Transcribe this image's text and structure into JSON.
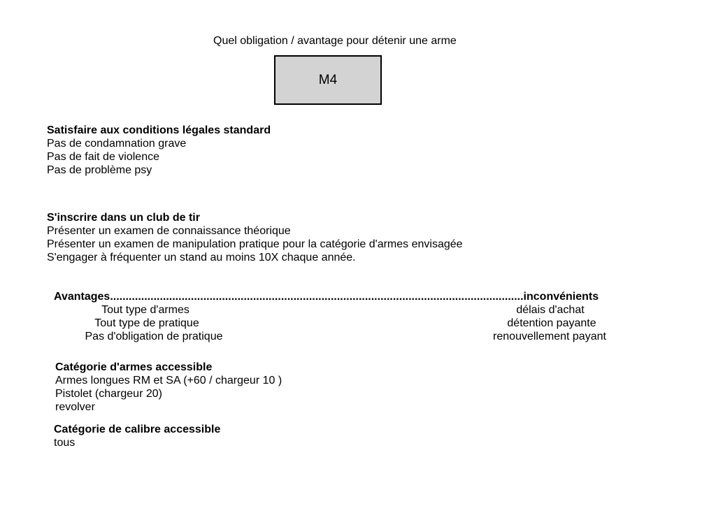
{
  "title": "Quel obligation / avantage pour détenir une arme",
  "box_label": "M4",
  "section1": {
    "heading": "Satisfaire aux conditions légales standard",
    "lines": [
      "Pas de condamnation grave",
      "Pas de fait de violence",
      "Pas de problème psy"
    ]
  },
  "section2": {
    "heading": "S'inscrire dans un club de tir",
    "lines": [
      "Présenter un examen de connaissance théorique",
      "Présenter un examen de manipulation pratique pour la catégorie d'armes envisagée",
      "S'engager à fréquenter un stand au moins 10X chaque année."
    ]
  },
  "comparison": {
    "header": "Avantages.....................................................................................................................................inconvénients",
    "advantages": [
      "Tout type d'armes",
      "Tout type de pratique",
      "Pas d'obligation de pratique"
    ],
    "disadvantages": [
      "délais d'achat",
      "détention payante",
      "renouvellement payant"
    ]
  },
  "section3": {
    "heading": "Catégorie d'armes accessible",
    "lines": [
      "Armes longues RM  et SA (+60 / chargeur 10 )",
      "Pistolet  (chargeur 20)",
      "revolver"
    ]
  },
  "section4": {
    "heading": "Catégorie de calibre accessible",
    "lines": [
      "tous"
    ]
  }
}
